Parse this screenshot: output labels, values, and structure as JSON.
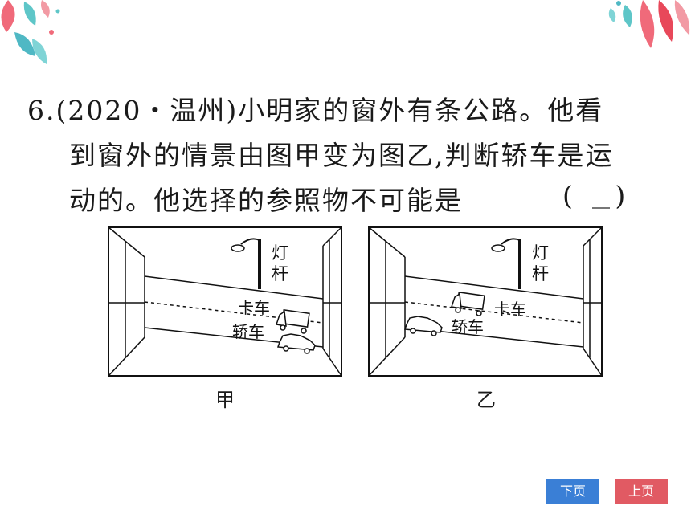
{
  "question": {
    "number": "6.",
    "line1": "(2020・温州)小明家的窗外有条公路。他看",
    "line2": "到窗外的情景由图甲变为图乙,判断轿车是运",
    "line3": "动的。他选择的参照物不可能是",
    "answer_paren": "(     )"
  },
  "figures": {
    "a": {
      "caption": "甲",
      "lamp_label_1": "灯",
      "lamp_label_2": "杆",
      "truck_label": "卡车",
      "car_label": "轿车"
    },
    "b": {
      "caption": "乙",
      "lamp_label_1": "灯",
      "lamp_label_2": "杆",
      "truck_label": "卡车",
      "car_label": "轿车"
    }
  },
  "nav": {
    "next_label": "下页",
    "prev_label": "上页"
  },
  "colors": {
    "next_button": "#3a7fd6",
    "prev_button": "#e15a63"
  }
}
